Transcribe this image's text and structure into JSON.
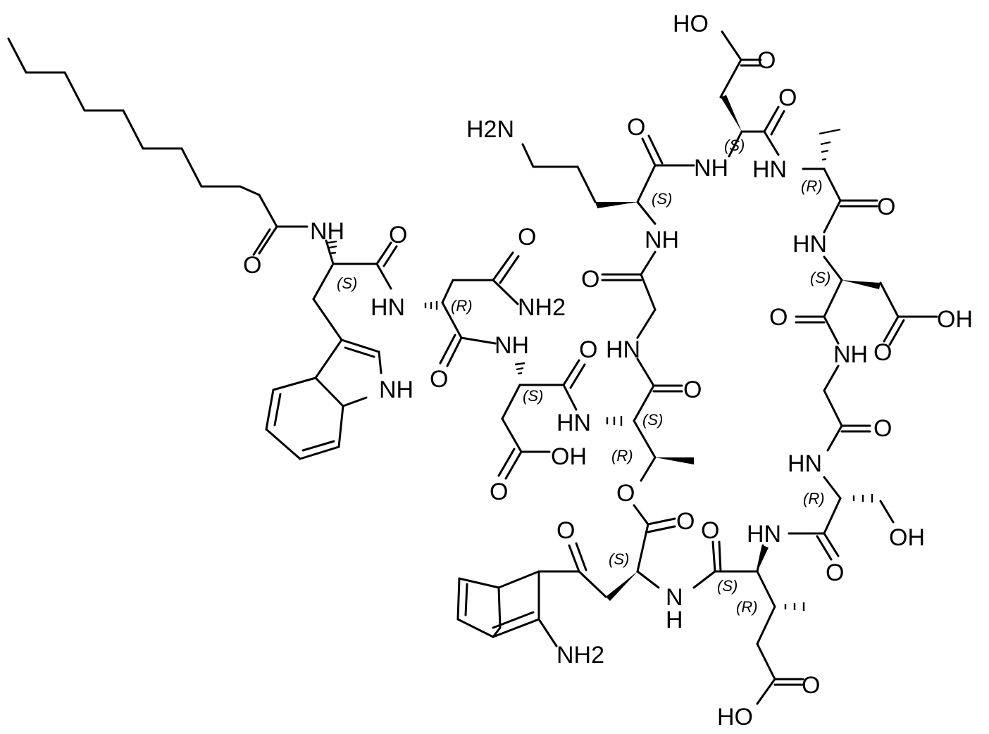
{
  "atoms": {
    "nh_trp": "NH",
    "o_decanoyl": "O",
    "o_trp": "O",
    "hn_asn": "HN",
    "o_asn_side": "O",
    "nh2_asn": "NH2",
    "nh_indole": "NH",
    "o_asn": "O",
    "nh_asp1": "NH",
    "o_asp1_top": "O",
    "oh_asp1": "OH",
    "o_asp1_acid": "O",
    "hn_thr": "HN",
    "hn_gly1": "HN",
    "o_gly1": "O",
    "o_thr_co": "O",
    "o_ester": "O",
    "h2n_orn": "H2N",
    "nh_orn": "NH",
    "o_orn": "O",
    "nh_asp2": "NH",
    "o_asp2": "O",
    "oh_asp2": "HO",
    "o_asp2_acid": "O",
    "hn_dala": "HN",
    "o_dala": "O",
    "hn_asp3": "HN",
    "o_asp3": "O",
    "nh_gly2": "NH",
    "o_asp3_acid": "O",
    "oh_asp3": "OH",
    "o_gly2": "O",
    "hn_dser": "HN",
    "oh_dser": "OH",
    "o_dser": "O",
    "hn_meglu": "HN",
    "o_meglu": "O",
    "o_kyn_ester": "O",
    "o_kyn_ketone": "O",
    "nh_kyn": "N",
    "h_kyn": "H",
    "nh2_kyn": "NH2",
    "oh_meglu": "HO",
    "o_meglu_acid": "O"
  },
  "stereo_labels": {
    "trp": "(S)",
    "asn": "(R)",
    "asp1": "(S)",
    "thr_s": "(S)",
    "thr_r": "(R)",
    "orn": "(S)",
    "asp2": "(S)",
    "dala": "(R)",
    "asp3": "(S)",
    "dser": "(R)",
    "kyn": "(S)",
    "meglu_s": "(S)",
    "meglu_r": "(R)"
  }
}
